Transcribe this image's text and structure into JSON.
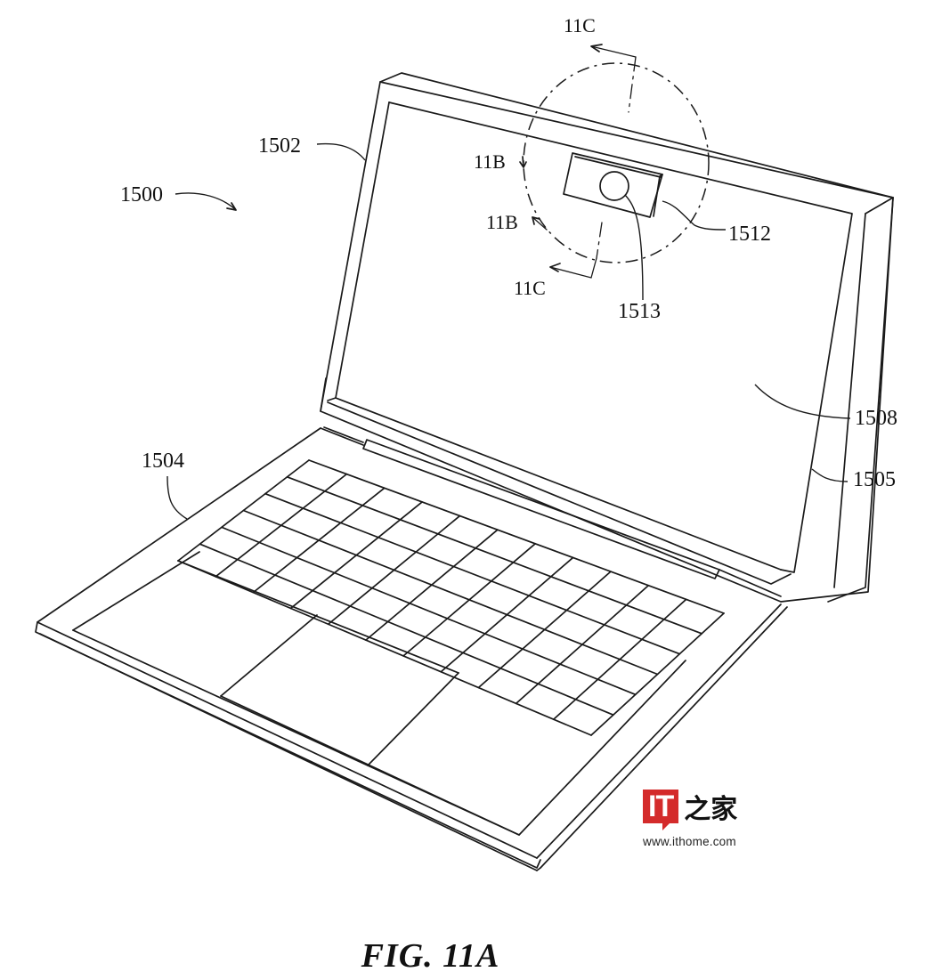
{
  "figure": {
    "caption": "FIG. 11A",
    "subject": "laptop computer with camera module in display bezel"
  },
  "reference_numerals": {
    "device": "1500",
    "display_housing": "1502",
    "base_housing": "1504",
    "housing_edge": "1505",
    "display": "1508",
    "camera_module": "1512",
    "camera_lens": "1513"
  },
  "section_markers": {
    "b_top": "11B",
    "b_bottom": "11B",
    "c_top": "11C",
    "c_bottom": "11C"
  },
  "keyboard": {
    "rows": 6,
    "columns": 11
  },
  "watermark": {
    "logo_text": "IT",
    "logo_text_cn": "之家",
    "url": "www.ithome.com",
    "brand_color": "#d42b2b"
  }
}
